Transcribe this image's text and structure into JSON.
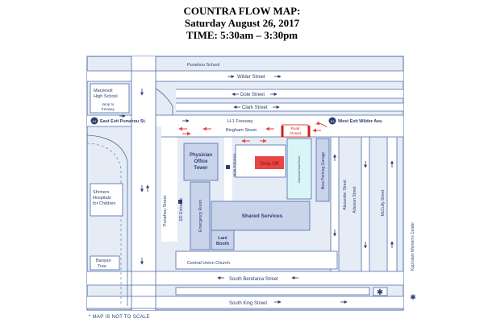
{
  "title": {
    "line1": "COUNTRA FLOW MAP:",
    "line2": "Saturday August 26, 2017",
    "line3": "TIME: 5:30am – 3:30pm"
  },
  "colors": {
    "road": "#ffffff",
    "background": "#e6ecf5",
    "outline": "#4a6aa8",
    "building": "#c9d3ea",
    "text": "#2b3f73",
    "highlight": "#d9f5f7",
    "closed": "#cc2222",
    "dropoff": "#e84545",
    "arrow": "#2b3f73"
  },
  "labels": {
    "punahou_school": "Punahou School",
    "wilder_street": "Wilder Street",
    "dole_street": "Dole Street",
    "clark_street": "Clark Street",
    "maryknoll_line1": "Maryknoll",
    "maryknoll_line2": "High School",
    "ramp_line1": "ramp to",
    "ramp_line2": "freeway",
    "east_exit": "East Exit Punahou St.",
    "h1_freeway": "H-1 Freeway",
    "west_exit": "West Exit Wilder Ave.",
    "freeway_shield": "H1",
    "bingham_street": "Bingham Street",
    "road_closed_line1": "Road",
    "road_closed_line2": "Closed",
    "physician_line1": "Physician",
    "physician_line2": "Office",
    "physician_line3": "Tower",
    "main_entrance": "Main Entrance",
    "drop_off": "Drop Off",
    "diamond_head_tower": "Diamond Head Tower",
    "new_parking_garage": "New Parking Garage",
    "alexander_street": "Alexander Street",
    "artesian_street": "Artesian Street",
    "mccully_street": "McCully Street",
    "shriners_line1": "Shriners",
    "shriners_line2": "Hospitals",
    "shriners_line3": "for Children",
    "punahou_street": "Punahou Street",
    "er_entrance": "ER Entrance",
    "emergency_room": "Emergency Room",
    "shared_services": "Shared Services",
    "lani_line1": "Lani",
    "lani_line2": "Booth",
    "banyan_line1": "Banyan",
    "banyan_line2": "Tree",
    "central_union_church": "Central Union Church",
    "south_beretania": "South Beretania Street",
    "south_king": "South King Street",
    "kapiolani": "Kapi’olani Women’s Center",
    "scale_note": "* MAP IS NOT TO SCALE"
  }
}
